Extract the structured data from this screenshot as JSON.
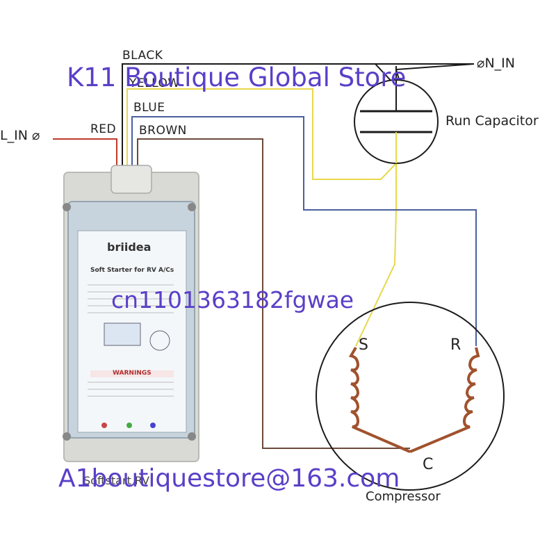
{
  "wires": {
    "black": "BLACK",
    "yellow": "YELLOW",
    "blue": "BLUE",
    "red": "RED",
    "brown": "BROWN"
  },
  "terminals": {
    "line_in": "L_IN ⌀",
    "neutral_in": "⌀N_IN"
  },
  "components": {
    "run_capacitor": "Run Capacitor",
    "compressor": "Compressor",
    "pin_s": "S",
    "pin_r": "R",
    "pin_c": "C"
  },
  "device": {
    "brand": "briidea",
    "product": "Soft Starter for RV A/Cs",
    "warnings_title": "WARNINGS",
    "case_label": "Softstart RV"
  },
  "watermarks": {
    "store": "K11 Boutique Global Store",
    "id": "cn1101363182fgwae",
    "email": "A1boutiquestore@163.com"
  },
  "colors": {
    "black_wire": "#1a1a1a",
    "yellow_wire": "#e8d84a",
    "blue_wire": "#4a5f9e",
    "red_wire": "#c0392b",
    "brown_wire": "#6b4a3a",
    "coil": "#a0522d",
    "watermark": "#5a3fc8"
  }
}
